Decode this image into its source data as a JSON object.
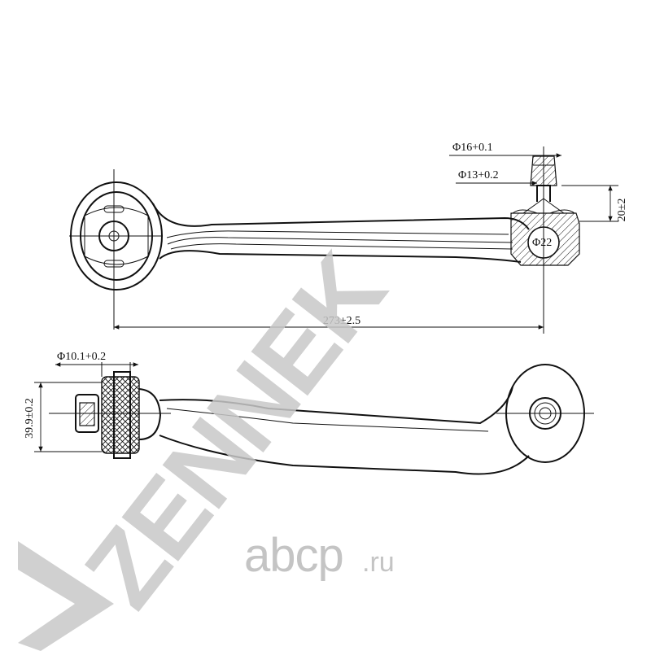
{
  "top_view": {
    "dim_stud_diameter": "Φ16+0.1",
    "dim_neck_diameter": "Φ13+0.2",
    "dim_ball_diameter": "Φ22",
    "dim_height": "20±2",
    "dim_length": "273±2.5"
  },
  "side_view": {
    "dim_bushing_bore": "Φ10.1+0.2",
    "dim_bushing_width": "39.9±0.2"
  },
  "watermark": {
    "brand": "ZENNEK",
    "site_name": "abcp",
    "site_tld": ".ru"
  },
  "colors": {
    "line": "#111111",
    "watermark": "#c8c8c8"
  }
}
